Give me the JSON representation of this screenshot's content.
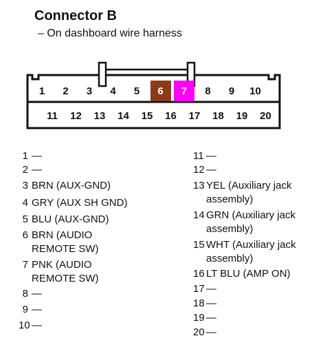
{
  "heading": {
    "title": "Connector B",
    "subtitle": "– On dashboard wire harness"
  },
  "connector": {
    "top_row": [
      {
        "pin": "1",
        "color": ""
      },
      {
        "pin": "2",
        "color": ""
      },
      {
        "pin": "3",
        "color": ""
      },
      {
        "pin": "4",
        "color": ""
      },
      {
        "pin": "5",
        "color": ""
      },
      {
        "pin": "6",
        "color": "#8c3b1a"
      },
      {
        "pin": "7",
        "color": "#ff00ff"
      },
      {
        "pin": "8",
        "color": ""
      },
      {
        "pin": "9",
        "color": ""
      },
      {
        "pin": "10",
        "color": ""
      }
    ],
    "bottom_row": [
      {
        "pin": "11"
      },
      {
        "pin": "12"
      },
      {
        "pin": "13"
      },
      {
        "pin": "14"
      },
      {
        "pin": "15"
      },
      {
        "pin": "16"
      },
      {
        "pin": "17"
      },
      {
        "pin": "18"
      },
      {
        "pin": "19"
      },
      {
        "pin": "20"
      }
    ]
  },
  "legend_left": [
    {
      "num": "1",
      "text": "—"
    },
    {
      "num": "2",
      "text": "—"
    },
    {
      "num": "3",
      "text": "BRN (AUX-GND)"
    },
    {
      "num": "4",
      "text": "GRY (AUX SH GND)"
    },
    {
      "num": "5",
      "text": "BLU (AUX-GND)"
    },
    {
      "num": "6",
      "text": "BRN (AUDIO\nREMOTE SW)"
    },
    {
      "num": "7",
      "text": "PNK (AUDIO\nREMOTE SW)"
    },
    {
      "num": "8",
      "text": "—"
    },
    {
      "num": "9",
      "text": "—"
    },
    {
      "num": "10",
      "text": "—"
    }
  ],
  "legend_right": [
    {
      "num": "11",
      "text": "—"
    },
    {
      "num": "12",
      "text": "—"
    },
    {
      "num": "13",
      "text": "YEL (Auxiliary jack\nassembly)"
    },
    {
      "num": "14",
      "text": "GRN (Auxiliary jack\nassembly)"
    },
    {
      "num": "15",
      "text": "WHT (Auxiliary jack\nassembly)"
    },
    {
      "num": "16",
      "text": "LT BLU (AMP ON)"
    },
    {
      "num": "17",
      "text": "—"
    },
    {
      "num": "18",
      "text": "—"
    },
    {
      "num": "19",
      "text": "—"
    },
    {
      "num": "20",
      "text": "—"
    }
  ]
}
